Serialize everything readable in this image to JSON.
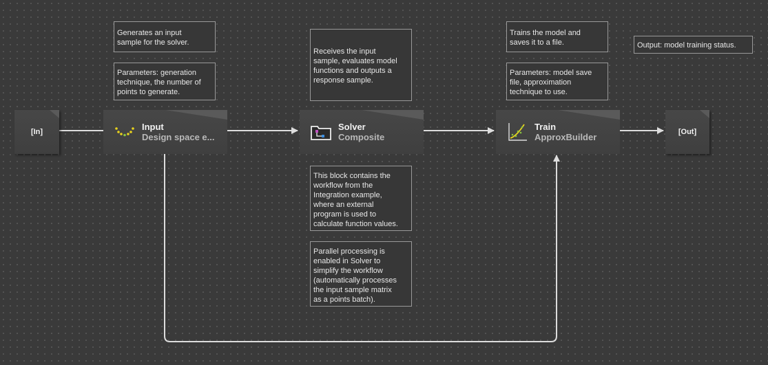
{
  "diagram": {
    "input_port": {
      "label": "[In]"
    },
    "output_port": {
      "label": "[Out]"
    },
    "blocks": {
      "input": {
        "title": "Input",
        "subtitle": "Design space e...",
        "icon": "dotted-arc-icon"
      },
      "solver": {
        "title": "Solver",
        "subtitle": "Composite",
        "icon": "composite-folder-icon"
      },
      "train": {
        "title": "Train",
        "subtitle": "ApproxBuilder",
        "icon": "scatter-fit-icon"
      }
    },
    "notes": {
      "input_description": "Generates an input\nsample for the solver.",
      "input_parameters": "Parameters: generation\ntechnique, the number of\npoints to generate.",
      "solver_description": "Receives the input\nsample, evaluates model\nfunctions and outputs a\nresponse sample.",
      "solver_contents": "This block contains the\nworkflow from the\nIntegration example,\nwhere an external\nprogram is used to\ncalculate function values.",
      "solver_parallel": "Parallel processing is\nenabled in Solver to\nsimplify the workflow\n(automatically processes\nthe input sample matrix\nas a points batch).",
      "train_description": "Trains the model and\nsaves it to a file.",
      "train_parameters": "Parameters: model save\nfile, approximation\ntechnique to use.",
      "output_description": "Output: model training status."
    },
    "colors": {
      "background": "#3a3a3a",
      "block_fill": "#444444",
      "link": "#dddddd",
      "note_border": "#9a9a9a",
      "icon_yellow": "#e8d21d",
      "icon_green": "#8cc63f"
    }
  }
}
